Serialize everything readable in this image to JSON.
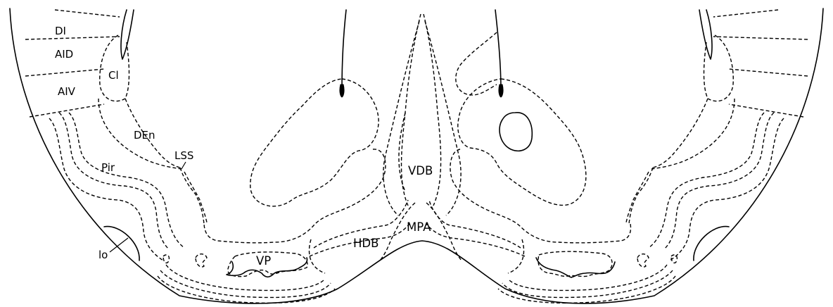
{
  "diagram": {
    "type": "coronal brain section outline",
    "line_color": "#000000",
    "background_color": "#ffffff",
    "labels": {
      "di": "DI",
      "aid": "AID",
      "cl": "Cl",
      "aiv": "AIV",
      "den": "DEn",
      "lss": "LSS",
      "pir": "Pir",
      "lo": "lo",
      "vp": "VP",
      "hdb": "HDB",
      "mpa": "MPA",
      "vdb": "VDB"
    }
  }
}
